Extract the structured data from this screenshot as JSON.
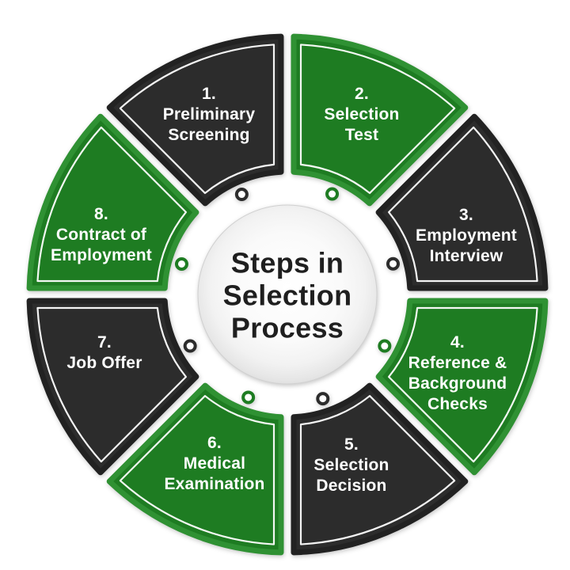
{
  "diagram": {
    "center_title": "Steps in Selection Process",
    "center_title_lines": [
      "Steps in",
      "Selection",
      "Process"
    ],
    "steps": [
      {
        "number": "1.",
        "title": "Preliminary Screening",
        "lines": [
          "Preliminary",
          "Screening"
        ],
        "color_role": "dark"
      },
      {
        "number": "2.",
        "title": "Selection Test",
        "lines": [
          "Selection",
          "Test"
        ],
        "color_role": "green"
      },
      {
        "number": "3.",
        "title": "Employment Interview",
        "lines": [
          "Employment",
          "Interview"
        ],
        "color_role": "dark"
      },
      {
        "number": "4.",
        "title": "Reference & Background Checks",
        "lines": [
          "Reference &",
          "Background",
          "Checks"
        ],
        "color_role": "green"
      },
      {
        "number": "5.",
        "title": "Selection Decision",
        "lines": [
          "Selection",
          "Decision"
        ],
        "color_role": "dark"
      },
      {
        "number": "6.",
        "title": "Medical Examination",
        "lines": [
          "Medical",
          "Examination"
        ],
        "color_role": "green"
      },
      {
        "number": "7.",
        "title": "Job Offer",
        "lines": [
          "Job Offer"
        ],
        "color_role": "dark"
      },
      {
        "number": "8.",
        "title": "Contract of Employment",
        "lines": [
          "Contract of",
          "Employment"
        ],
        "color_role": "green"
      }
    ],
    "colors": {
      "green": "#1e7c22",
      "green_edge": "#2f9133",
      "dark": "#2c2c2c",
      "dark_edge": "#222222",
      "segment_text": "#ffffff",
      "inset_outline": "#ffffff",
      "center_text": "#1f1f1f",
      "background": "#ffffff"
    }
  }
}
